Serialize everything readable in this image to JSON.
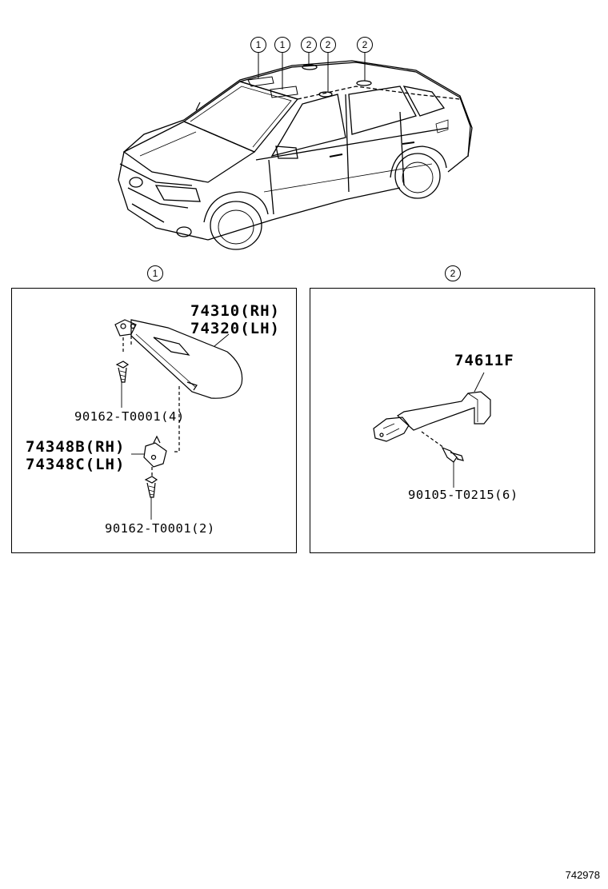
{
  "overview_callouts": [
    "1",
    "1",
    "2",
    "2",
    "2"
  ],
  "panels": [
    {
      "callout": "1",
      "parts": {
        "sun_visor": [
          "74310(RH)",
          "74320(LH)"
        ],
        "visor_screw": "90162-T0001(4)",
        "visor_holder": [
          "74348B(RH)",
          "74348C(LH)"
        ],
        "holder_screw": "90162-T0001(2)"
      }
    },
    {
      "callout": "2",
      "parts": {
        "assist_grip": "74611F",
        "grip_bolt": "90105-T0215(6)"
      }
    }
  ],
  "diagram_id": "742978"
}
